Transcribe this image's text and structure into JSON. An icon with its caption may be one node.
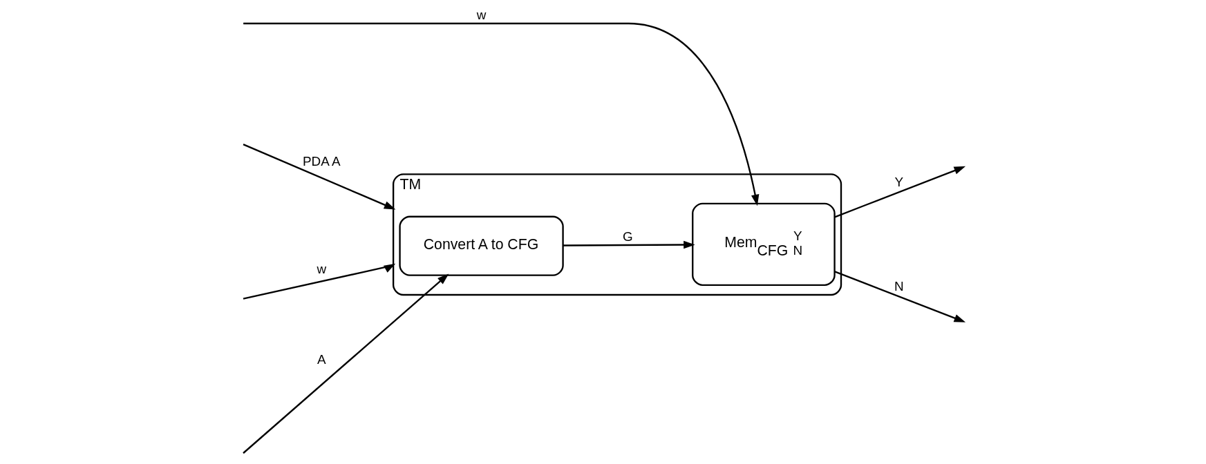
{
  "diagram": {
    "nodes": [
      {
        "text": [
          "TM"
        ]
      },
      {
        "text": [
          "Convert A to CFG"
        ],
        "in": 0
      },
      {
        "text": [
          "Mem$_{CFG}$",
          "Y",
          "N"
        ],
        "in": 0
      }
    ],
    "edges": [
      {
        "from": null,
        "to": 0,
        "arrow": "to",
        "label": "PDA A"
      },
      {
        "from": null,
        "to": 0,
        "arrow": "to",
        "label": "w"
      },
      {
        "from": null,
        "to": 1,
        "arrow": "to",
        "label": "A"
      },
      {
        "from": 1,
        "to": 2,
        "arrow": "to",
        "label": "G"
      },
      {
        "from": null,
        "to": 2,
        "arrow": "to",
        "label": "w"
      },
      {
        "from": 2,
        "to": null,
        "arrow": "to",
        "label": "Y"
      },
      {
        "from": 2,
        "to": null,
        "arrow": "to",
        "label": "N"
      }
    ]
  }
}
